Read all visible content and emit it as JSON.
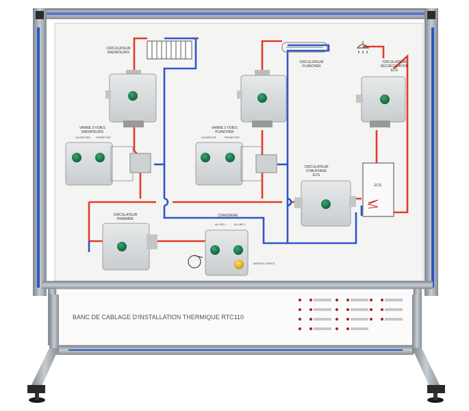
{
  "panel_title": "BANC DE CABLAGE D'INSTALLATION THERMIQUE RTC110",
  "labels": {
    "circ_radiateurs": [
      "CIRCULATEUR",
      "RADIATEURS"
    ],
    "circ_plancher": [
      "CIRCULATEUR",
      "PLANCHER"
    ],
    "circ_recirculation": [
      "CIRCULATEUR",
      "RECIRCULATION",
      "ECS"
    ],
    "vanne_radiateurs": [
      "VANNE 3 VOIES",
      "RADIATEURS"
    ],
    "vanne_plancher": [
      "VANNE 3 VOIES",
      "PLANCHER"
    ],
    "circ_chauffage_ecs": [
      "CIRCULATEUR",
      "CHAUFFAGE",
      "ECS"
    ],
    "circ_primaire": [
      "CIRCULATEUR",
      "PRIMAIRE"
    ],
    "chaudiere": "CHAUDIERE",
    "ecs_tank": "ECS",
    "vanne_rad_sub": [
      "OUVERTURE",
      "FERMETURE"
    ],
    "vanne_pl_sub": [
      "OUVERTURE",
      "FERMETURE"
    ],
    "chaudiere_sub": [
      "ALLURE 1",
      "ALLURE 2"
    ],
    "chaudiere_reset": "MARCHE / DEFAUT"
  },
  "colors": {
    "hot_pipe": "#e23a2a",
    "cold_pipe": "#2f55c8",
    "panel": "#f4f4f2",
    "frame": "#9aa3aa",
    "button_green": "#1f7f4f",
    "button_yellow": "#f0b81c",
    "terminal_red": "#a41e1e"
  },
  "icons": [
    "radiator-icon",
    "floor-heating-coil-icon",
    "shower-head-icon",
    "heat-exchanger-coil-icon",
    "burner-icon"
  ]
}
